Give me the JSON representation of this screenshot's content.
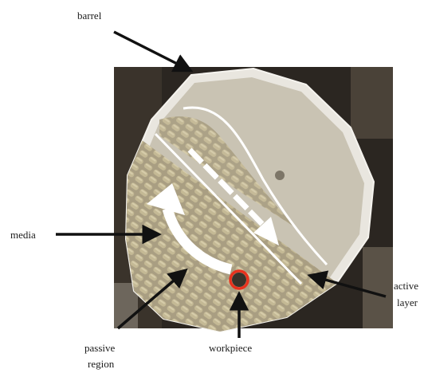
{
  "labels": {
    "barrel": "barrel",
    "media": "media",
    "active_layer_line1": "active",
    "active_layer_line2": "layer",
    "passive_region_line1": "passive",
    "passive_region_line2": "region",
    "workpiece": "workpiece"
  },
  "colors": {
    "background": "#ffffff",
    "photo_dark": "#2b2621",
    "barrel_rim": "#e9e6df",
    "media_fill": "#a99e82",
    "liquid_fill": "#c9c3b3",
    "flow_arrows": "#ffffff",
    "workpiece_marker": "#e8321e",
    "callout_arrows": "#111111"
  },
  "icons": {
    "flow_arrow_passive": "curved-arrow-icon",
    "flow_arrow_active": "straight-arrow-icon",
    "workpiece_marker": "circle-marker-icon"
  }
}
